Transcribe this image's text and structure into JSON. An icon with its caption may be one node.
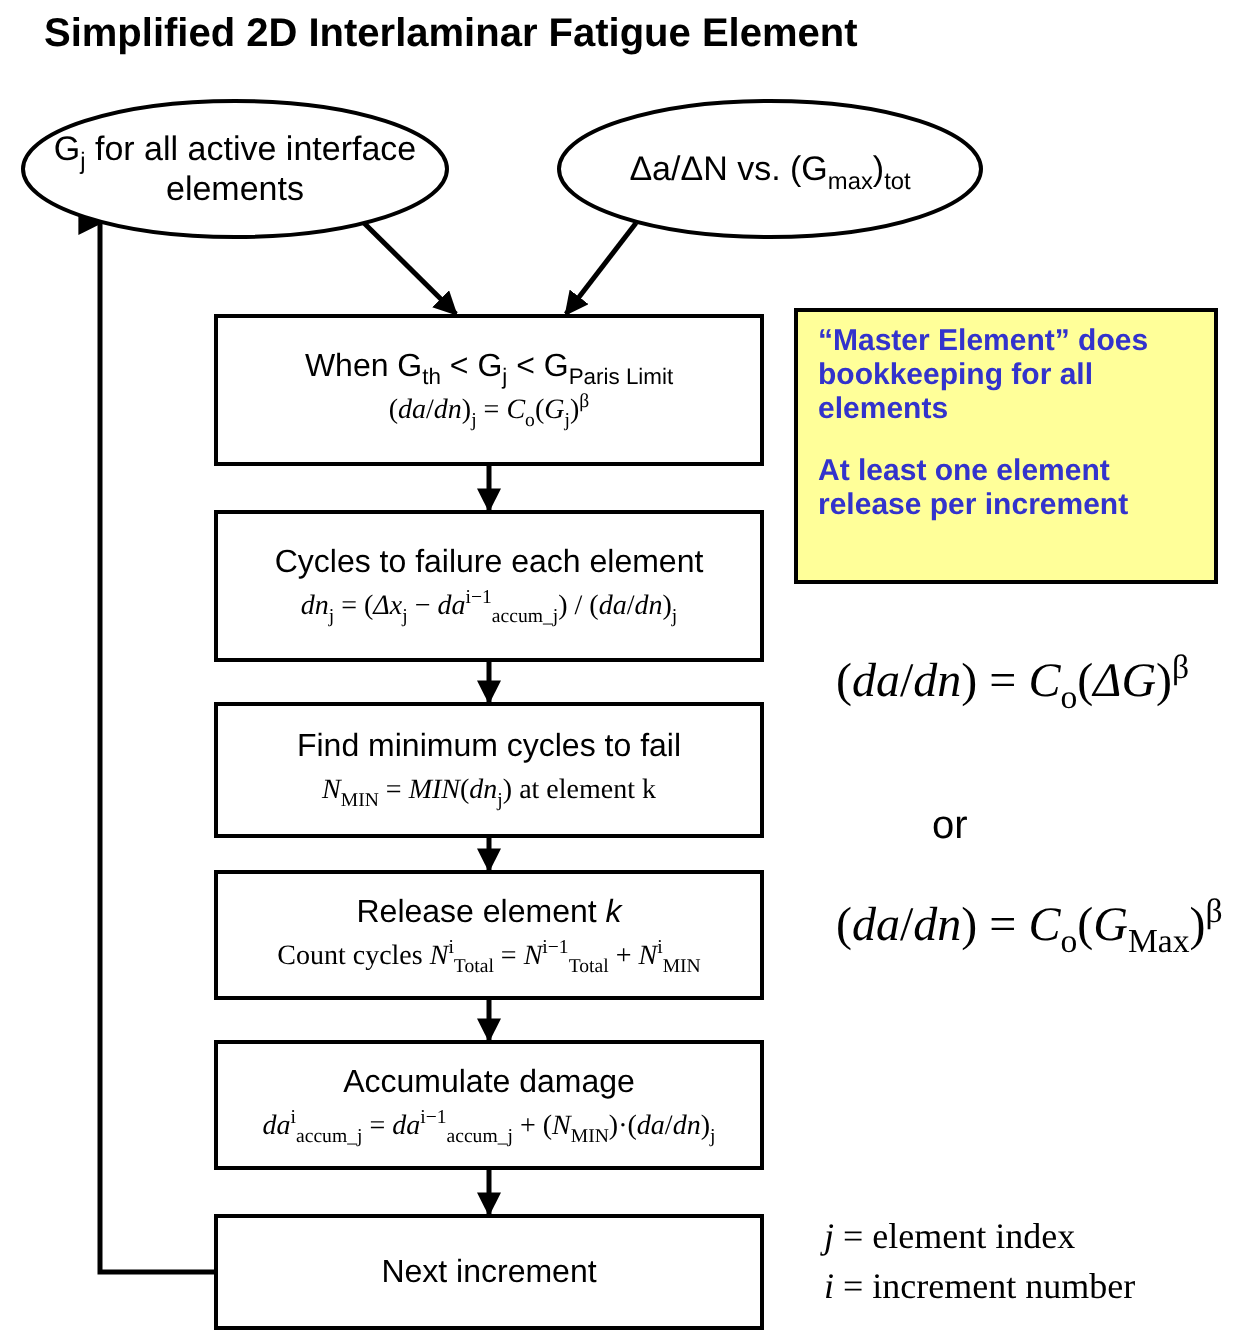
{
  "diagram": {
    "title": "Simplified 2D Interlaminar Fatigue Element",
    "nodes": [
      {
        "text": [
          "G$_{j}$ for all active interface elements"
        ]
      },
      {
        "text": [
          "Δa/ΔN vs. (G$_{max}$)$_{tot}$"
        ]
      },
      {
        "text": [
          "When G$_{th}$ < G$_{j}$ < G$_{Paris Limit}$",
          "(*da*/*dn*)$_{j}$ = *C*$_{o}$(*G*$_{j}$)$^{β}$"
        ]
      },
      {
        "text": [
          "Cycles to failure each element",
          "*dn*$_{j}$ = (*Δx*$_{j}$ − *da*$^{i−1}$$_{accum_j}$) / (*da*/*dn*)$_{j}$"
        ]
      },
      {
        "text": [
          "Find minimum cycles to fail",
          "*N*$_{MIN}$ = *MIN*(*dn*$_{j}$) at element k"
        ]
      },
      {
        "text": [
          "Release element *k*",
          "Count cycles *N*$^{i}$$_{Total}$ = *N*$^{i−1}$$_{Total}$ + *N*$^{i}$$_{MIN}$"
        ]
      },
      {
        "text": [
          "Accumulate damage",
          "*da*$^{i}$$_{accum_j}$ = *da*$^{i−1}$$_{accum_j}$ + (*N*$_{MIN}$)·(*da*/*dn*)$_{j}$"
        ]
      },
      {
        "text": [
          "Next increment"
        ]
      },
      {
        "text": [
          "“Master Element” does bookkeeping for all elements",
          "At least one element release per increment"
        ]
      }
    ],
    "edges": [
      {
        "from": 0,
        "to": 2,
        "arrow": "to"
      },
      {
        "from": 1,
        "to": 2,
        "arrow": "to"
      },
      {
        "from": 2,
        "to": 3,
        "arrow": "to"
      },
      {
        "from": 3,
        "to": 4,
        "arrow": "to"
      },
      {
        "from": 4,
        "to": 5,
        "arrow": "to"
      },
      {
        "from": 5,
        "to": 6,
        "arrow": "to"
      },
      {
        "from": 6,
        "to": 7,
        "arrow": "to"
      },
      {
        "from": 7,
        "to": 0,
        "arrow": "to"
      }
    ],
    "labels": [
      "(*da*/*dn*) = *C*$_{o}$(*ΔG*)$^{β}$",
      "or",
      "(*da*/*dn*) = *C*$_{o}$(*G*$_{Max}$)$^{β}$",
      "*j* = element index",
      "*i* = increment number"
    ]
  }
}
